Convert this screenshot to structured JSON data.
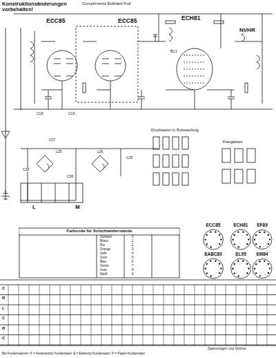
{
  "diagram": {
    "nodes": [
      {
        "text": [
          "Farbcode für Schichtwiderstände"
        ]
      },
      {
        "text": [
          "ECC85"
        ]
      },
      {
        "text": [
          "ECH81"
        ]
      },
      {
        "text": [
          "EF89"
        ]
      },
      {
        "text": [
          "EABC80"
        ]
      },
      {
        "text": [
          "EL95"
        ]
      },
      {
        "text": [
          "EM84"
        ]
      }
    ],
    "labels": [
      "Konstruktionsänderungen vorbehalten!",
      "Compliments Eckhard Kull",
      "ECC85",
      "ECC85",
      "ECH81",
      "NVHR",
      "Drucktasten in Ruhestellung",
      "Klangtasten",
      "L",
      "M",
      "C38",
      "L25",
      "L26",
      "C36",
      "C37",
      "C35",
      "C18",
      "C19",
      "BC1",
      "Schwarz",
      "Braun",
      "Rot",
      "Orange",
      "Gelb",
      "Grün",
      "Blau",
      "Violett",
      "Grau",
      "Weiß",
      "0",
      "1",
      "2",
      "3",
      "4",
      "5",
      "6",
      "7",
      "8",
      "9",
      "C",
      "R",
      "L",
      "C",
      "R",
      "C",
      "Spannungen und Ströme",
      "Bei Kondensatoren: K = Keramischer Kondensator, E = Elektrolyt-Kondensator, P = Papier-Kondensator"
    ]
  }
}
